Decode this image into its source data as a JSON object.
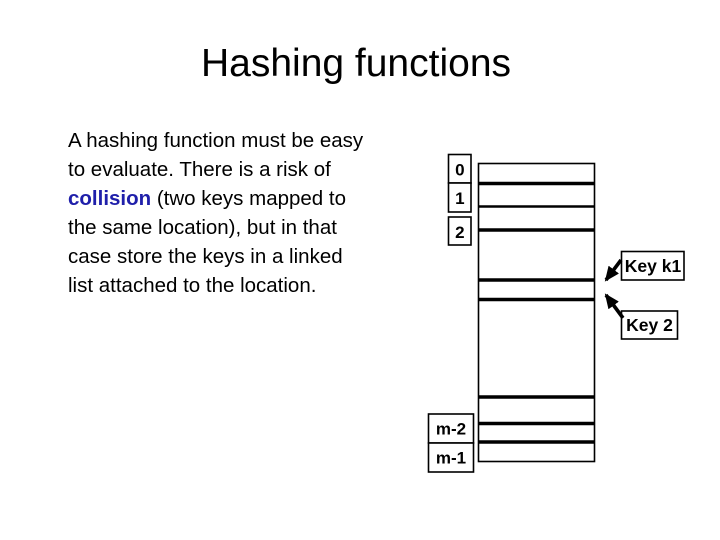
{
  "slide": {
    "title": "Hashing functions"
  },
  "colors": {
    "background": "#ffffff",
    "text": "#000000",
    "collision_blue": "#1f1faa",
    "diagram_stroke": "#000000"
  },
  "paragraph": {
    "line1": "A hashing function must be easy",
    "line2": "to evaluate. There is a risk of",
    "line3_bold": "collision",
    "line3_rest": " (two keys mapped to",
    "line4": "the same location), but in that",
    "line5": "case store the keys in a linked",
    "line6": "list attached to the location."
  },
  "diagram": {
    "index_labels": {
      "row0": "0",
      "row1": "1",
      "row2": "2",
      "rowM2": "m-2",
      "rowM1": "m-1"
    },
    "key_labels": {
      "k1": "Key k1",
      "k2": "Key 2"
    }
  }
}
